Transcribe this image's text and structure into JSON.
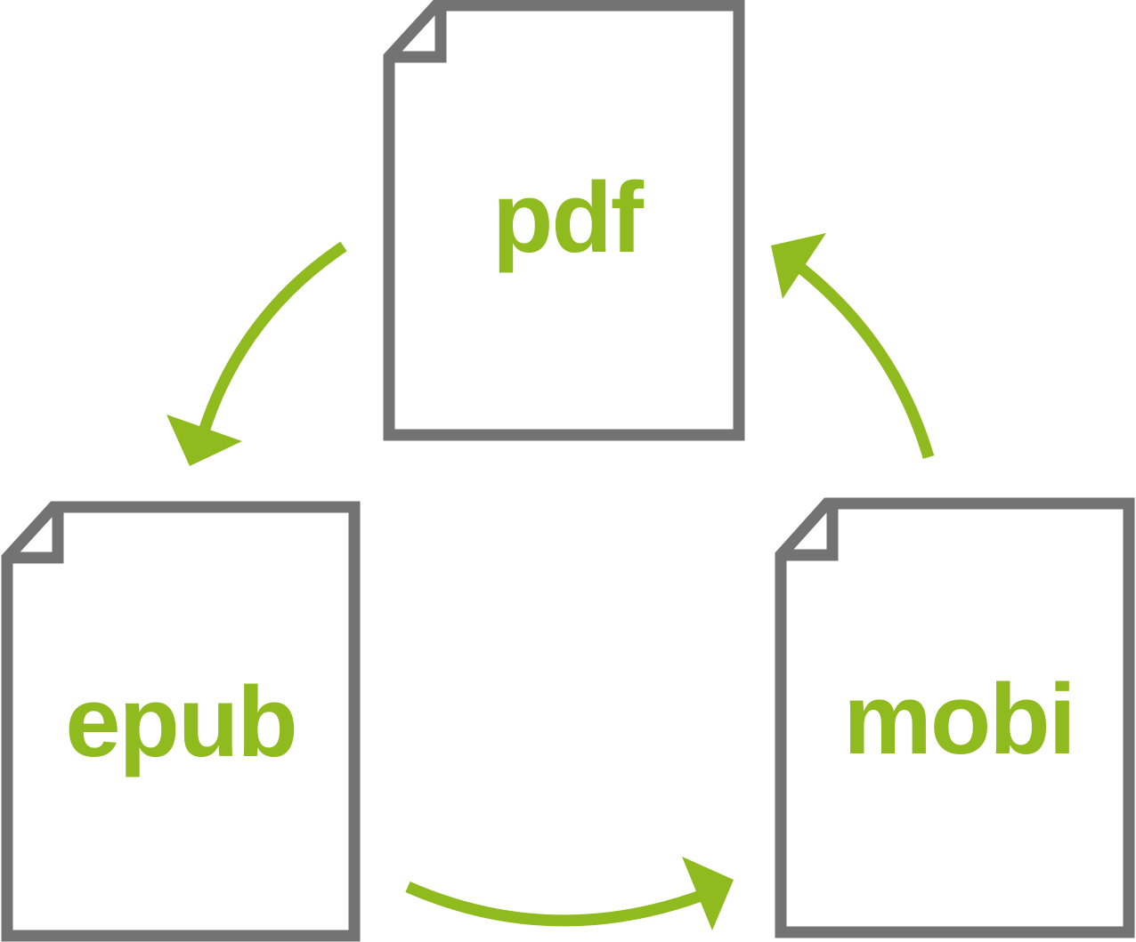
{
  "colors": {
    "outline": "#737373",
    "accent": "#8fbb1f",
    "background": "#ffffff"
  },
  "documents": [
    {
      "id": "pdf",
      "label": "pdf",
      "icon": "document-icon"
    },
    {
      "id": "epub",
      "label": "epub",
      "icon": "document-icon"
    },
    {
      "id": "mobi",
      "label": "mobi",
      "icon": "document-icon"
    }
  ],
  "arrows": [
    {
      "from": "pdf",
      "to": "epub",
      "icon": "curved-arrow-icon"
    },
    {
      "from": "epub",
      "to": "mobi",
      "icon": "curved-arrow-icon"
    },
    {
      "from": "mobi",
      "to": "pdf",
      "icon": "curved-arrow-icon"
    }
  ]
}
